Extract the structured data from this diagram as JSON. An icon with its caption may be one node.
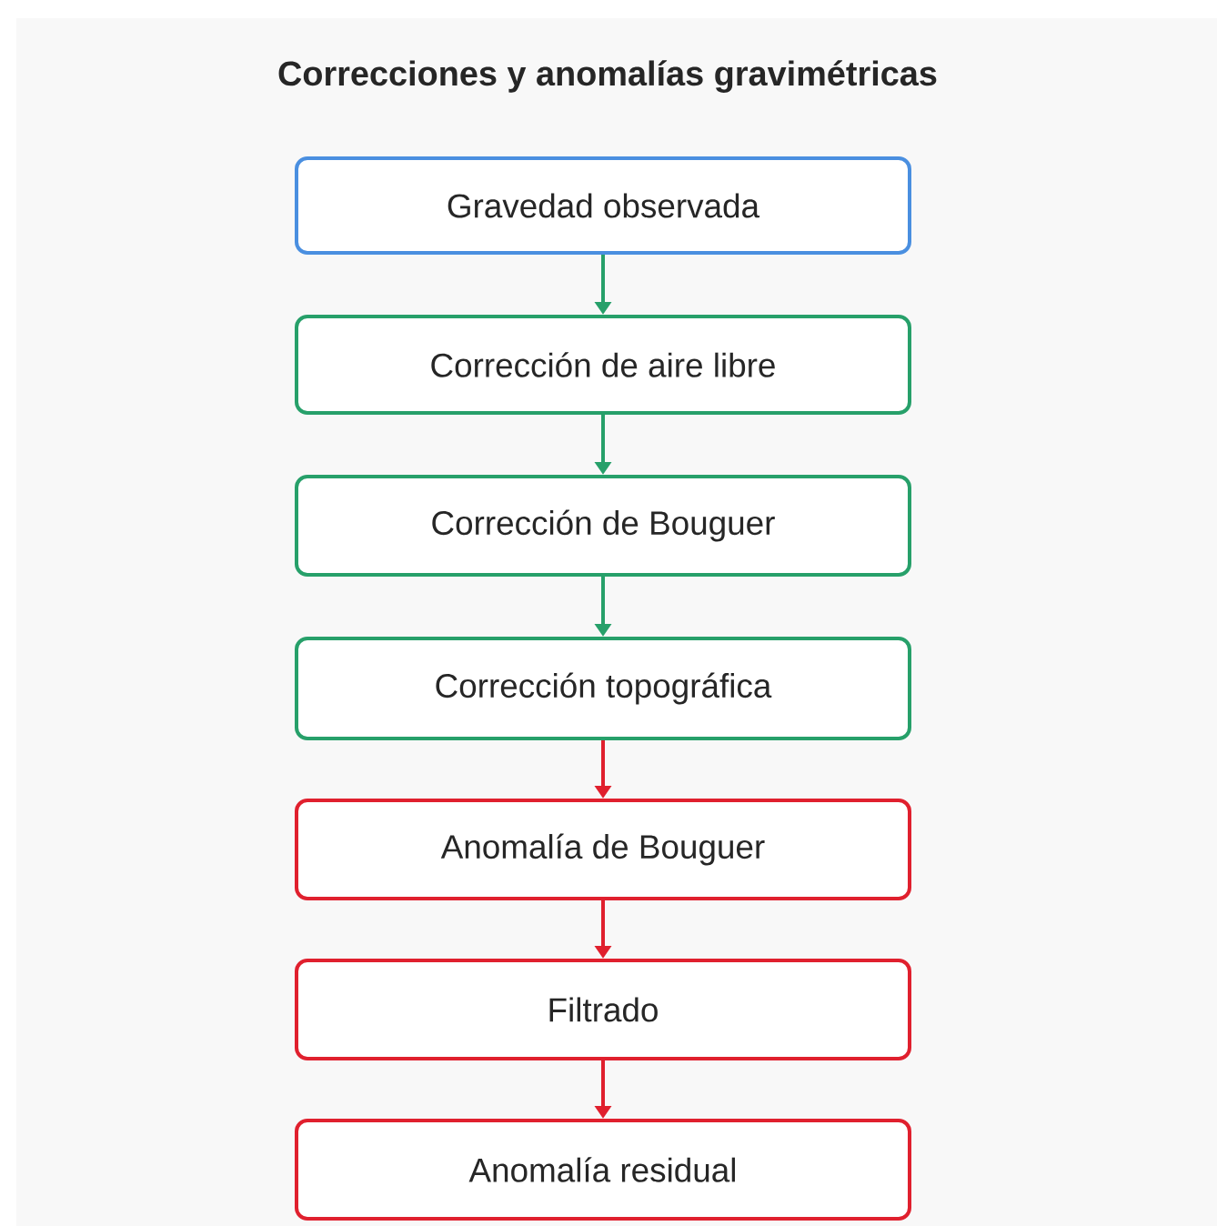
{
  "diagram": {
    "title": "Correcciones y anomalías gravimétricas",
    "nodes": [
      {
        "text": [
          "Gravedad observada"
        ]
      },
      {
        "text": [
          "Corrección de aire libre"
        ]
      },
      {
        "text": [
          "Corrección de Bouguer"
        ]
      },
      {
        "text": [
          "Corrección topográfica"
        ]
      },
      {
        "text": [
          "Anomalía de Bouguer"
        ]
      },
      {
        "text": [
          "Filtrado"
        ]
      },
      {
        "text": [
          "Anomalía residual"
        ]
      }
    ],
    "edges": [
      {
        "from": 0,
        "to": 1,
        "arrow": "to",
        "color": "#27a06a"
      },
      {
        "from": 1,
        "to": 2,
        "arrow": "to",
        "color": "#27a06a"
      },
      {
        "from": 2,
        "to": 3,
        "arrow": "to",
        "color": "#27a06a"
      },
      {
        "from": 3,
        "to": 4,
        "arrow": "to",
        "color": "#e0202e"
      },
      {
        "from": 4,
        "to": 5,
        "arrow": "to",
        "color": "#e0202e"
      },
      {
        "from": 5,
        "to": 6,
        "arrow": "to",
        "color": "#e0202e"
      }
    ]
  }
}
